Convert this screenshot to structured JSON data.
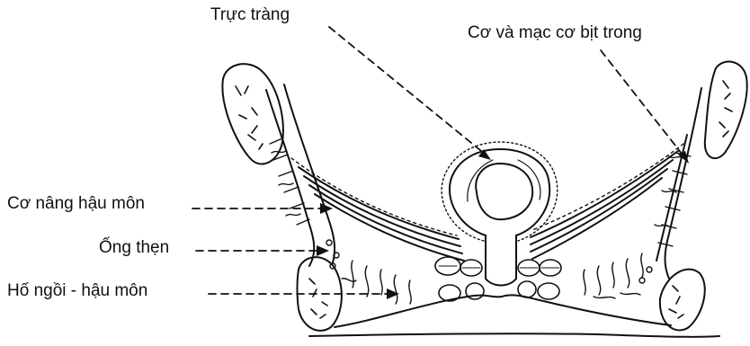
{
  "labels": {
    "rectum": "Trực tràng",
    "obturator_internus": "Cơ và mạc cơ bịt trong",
    "levator_ani": "Cơ nâng hậu môn",
    "pudendal_canal": "Ống thẹn",
    "ischioanal_fossa": "Hố ngồi - hậu môn"
  },
  "colors": {
    "ink": "#111111",
    "background": "#ffffff"
  }
}
